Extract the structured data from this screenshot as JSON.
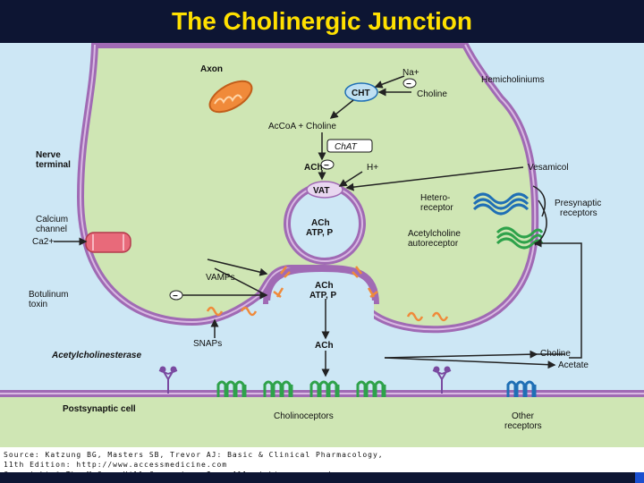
{
  "title": "The Cholinergic Junction",
  "labels": {
    "axon": "Axon",
    "na": "Na+",
    "hemicholiniums": "Hemicholiniums",
    "cht": "CHT",
    "choline_top": "Choline",
    "acetyl_coa": "AcCoA + Choline",
    "chat": "ChAT",
    "nerve_terminal_1": "Nerve",
    "nerve_terminal_2": "terminal",
    "ach": "ACh",
    "h_plus": "H+",
    "vesamicol": "Vesamicol",
    "vat": "VAT",
    "hetero_1": "Hetero-",
    "hetero_2": "receptor",
    "presynaptic_1": "Presynaptic",
    "presynaptic_2": "receptors",
    "vesicle_ach": "ACh",
    "vesicle_atp": "ATP, P",
    "calcium_1": "Calcium",
    "calcium_2": "channel",
    "ca": "Ca2+",
    "ach_auto_1": "Acetylcholine",
    "ach_auto_2": "autoreceptor",
    "vamps": "VAMPs",
    "botulinum_1": "Botulinum",
    "botulinum_2": "toxin",
    "fusing_ach": "ACh",
    "fusing_atp": "ATP, P",
    "snaps": "SNAPs",
    "released_ach": "ACh",
    "acetylcholinesterase": "Acetylcholinesterase",
    "choline_bottom": "Choline",
    "acetate": "Acetate",
    "postsynaptic": "Postsynaptic cell",
    "cholinoceptors": "Cholinoceptors",
    "other_1": "Other",
    "other_2": "receptors",
    "minus": "−"
  },
  "source": [
    "Source: Katzung BG, Masters SB, Trevor AJ: Basic & Clinical Pharmacology,",
    "11th Edition: http://www.accessmedicine.com",
    "Copyright © The McGraw-Hill Companies, Inc. All rights reserved."
  ],
  "colors": {
    "bar": "#0d1533",
    "title": "#ffe000",
    "cytoplasm": "#cfe6b4",
    "membrane": "#a06ab4",
    "cleft": "#cde7f5",
    "green_receptor": "#2ea24a",
    "blue_receptor": "#1f6fb5",
    "orange": "#f08a3a"
  }
}
